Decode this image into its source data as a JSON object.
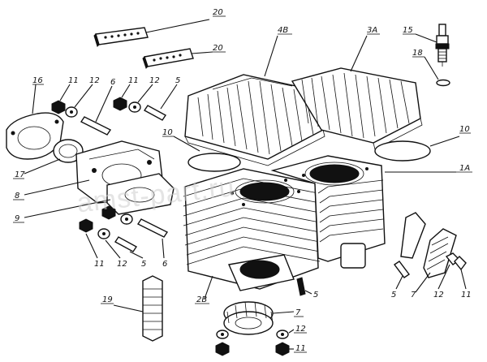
{
  "watermark": "amst-part.ru",
  "callouts": [
    {
      "id": "c20a",
      "text": "20"
    },
    {
      "id": "c20b",
      "text": "20"
    },
    {
      "id": "c4b",
      "text": "4B"
    },
    {
      "id": "c3a",
      "text": "3A"
    },
    {
      "id": "c15",
      "text": "15"
    },
    {
      "id": "c18",
      "text": "18"
    },
    {
      "id": "c16",
      "text": "16"
    },
    {
      "id": "c11a",
      "text": "11"
    },
    {
      "id": "c12a",
      "text": "12"
    },
    {
      "id": "c6a",
      "text": "6"
    },
    {
      "id": "c11b",
      "text": "11"
    },
    {
      "id": "c12b",
      "text": "12"
    },
    {
      "id": "c5a",
      "text": "5"
    },
    {
      "id": "c10a",
      "text": "10"
    },
    {
      "id": "c10b",
      "text": "10"
    },
    {
      "id": "c1a",
      "text": "1A"
    },
    {
      "id": "c17",
      "text": "17"
    },
    {
      "id": "c8",
      "text": "8"
    },
    {
      "id": "c9",
      "text": "9"
    },
    {
      "id": "c11c",
      "text": "11"
    },
    {
      "id": "c12c",
      "text": "12"
    },
    {
      "id": "c5b",
      "text": "5"
    },
    {
      "id": "c6b",
      "text": "6"
    },
    {
      "id": "c19",
      "text": "19"
    },
    {
      "id": "c2b",
      "text": "2B"
    },
    {
      "id": "c5c",
      "text": "5"
    },
    {
      "id": "c7a",
      "text": "7"
    },
    {
      "id": "c12d",
      "text": "12"
    },
    {
      "id": "c11d",
      "text": "11"
    },
    {
      "id": "c5d",
      "text": "5"
    },
    {
      "id": "c7b",
      "text": "7"
    },
    {
      "id": "c12e",
      "text": "12"
    },
    {
      "id": "c11e",
      "text": "11"
    }
  ]
}
